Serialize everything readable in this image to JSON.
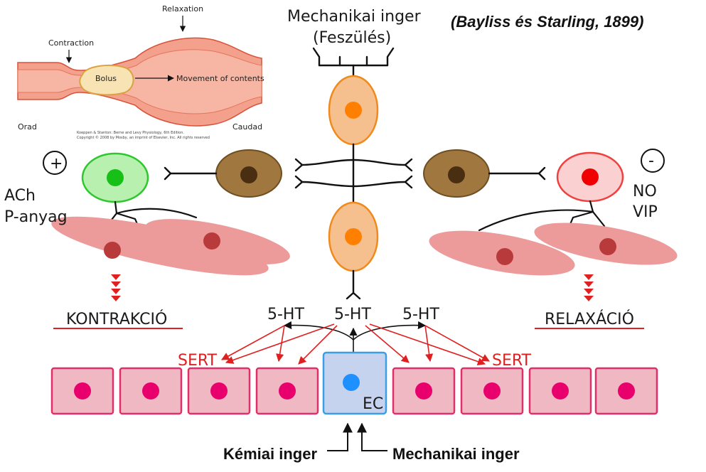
{
  "citation": "(Bayliss és Starling, 1899)",
  "peristalsis": {
    "relaxation_label": "Relaxation",
    "contraction_label": "Contraction",
    "bolus_label": "Bolus",
    "movement_label": "Movement of contents",
    "orad_label": "Orad",
    "caudad_label": "Caudad",
    "credit_line1": "Koeppen & Stanton: Berne and Levy Physiology, 6th Edition.",
    "credit_line2": "Copyright © 2008 by Mosby, an imprint of Elsevier, Inc. All rights reserved"
  },
  "stimulus_top": {
    "line1": "Mechanikai inger",
    "line2": "(Feszülés)"
  },
  "left_side": {
    "sign": "+",
    "mediator1": "ACh",
    "mediator2": "P-anyag",
    "effect": "KONTRAKCIÓ"
  },
  "right_side": {
    "sign": "-",
    "mediator1": "NO",
    "mediator2": "VIP",
    "effect": "RELAXÁCIÓ"
  },
  "serotonin": {
    "label_left": "5-HT",
    "label_center": "5-HT",
    "label_right": "5-HT"
  },
  "sert": {
    "left": "SERT",
    "right": "SERT"
  },
  "ec_cell_label": "EC",
  "stimulus_bottom": {
    "chemical": "Kémiai inger",
    "mechanical": "Mechanikai inger"
  },
  "colors": {
    "intestine": "#f3a08c",
    "intestine_wall": "#d8523a",
    "sensory_neuron": "#f6c08e",
    "sensory_border": "#f08a1c",
    "interneuron": "#a0773f",
    "excitatory_motor": "#b8f0b0",
    "excitatory_border": "#2ec82e",
    "inhibitory_motor": "#fbd0d0",
    "inhibitory_border": "#f04040",
    "smooth_muscle": "#ec9a9a",
    "epithelium": "#efb8c2",
    "epithelium_border": "#e0306a",
    "ec_cell": "#c5d3ee",
    "ec_border": "#3a9ee8",
    "arrow_red": "#e02020"
  }
}
